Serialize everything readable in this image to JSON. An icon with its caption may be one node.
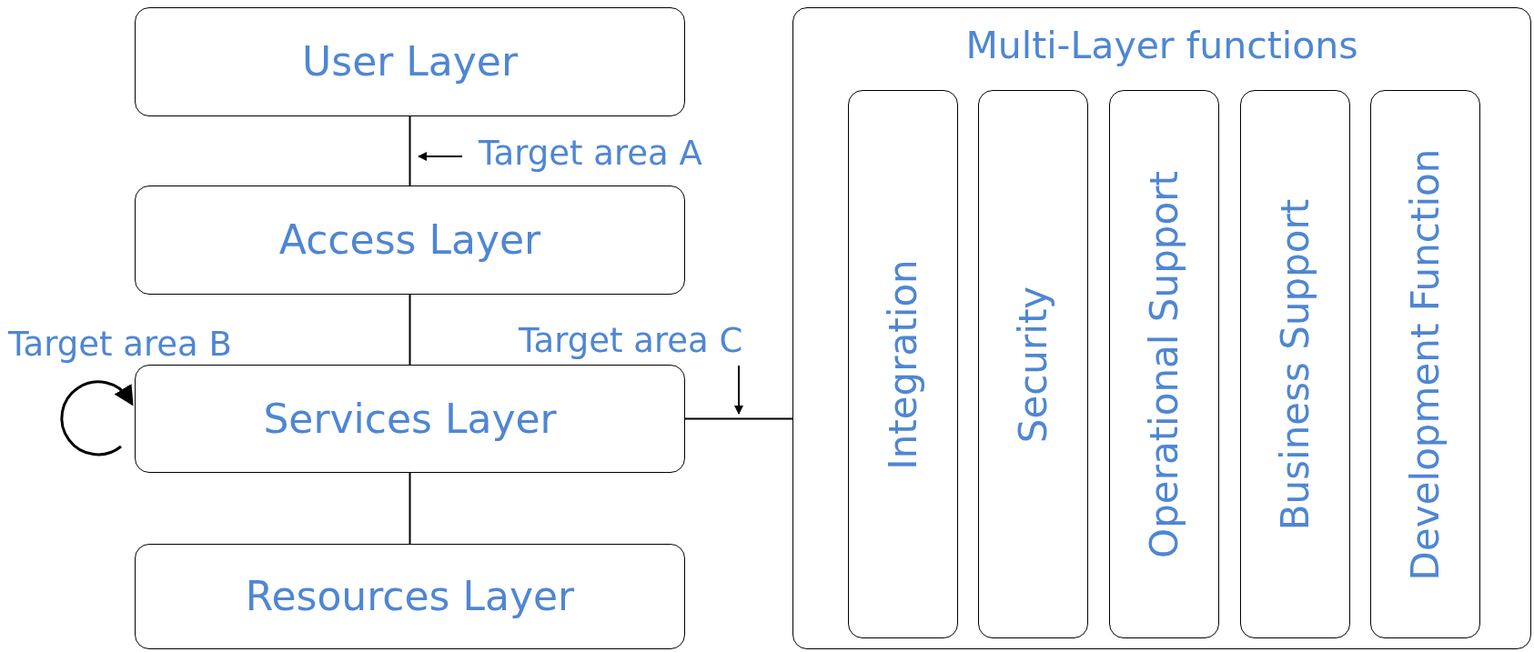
{
  "diagram": {
    "nodes": [
      {
        "text": [
          "User Layer"
        ]
      },
      {
        "text": [
          "Access Layer"
        ]
      },
      {
        "text": [
          "Services Layer"
        ]
      },
      {
        "text": [
          "Resources Layer"
        ]
      },
      {
        "text": [
          "Multi-Layer functions"
        ]
      },
      {
        "text": [
          "Integration"
        ],
        "in": 4
      },
      {
        "text": [
          "Security"
        ],
        "in": 4
      },
      {
        "text": [
          "Operational Support"
        ],
        "in": 4
      },
      {
        "text": [
          "Business Support"
        ],
        "in": 4
      },
      {
        "text": [
          "Development Function"
        ],
        "in": 4
      }
    ],
    "edges": [
      {
        "from": 0,
        "to": 1,
        "arrow": "none"
      },
      {
        "from": 1,
        "to": 2,
        "arrow": "none"
      },
      {
        "from": 2,
        "to": 3,
        "arrow": "none"
      },
      {
        "from": 2,
        "to": 4,
        "arrow": "none"
      },
      {
        "from": null,
        "to": 2,
        "arrow": "to"
      }
    ],
    "labels": [
      "Target area A",
      "Target area B",
      "Target area C"
    ]
  }
}
